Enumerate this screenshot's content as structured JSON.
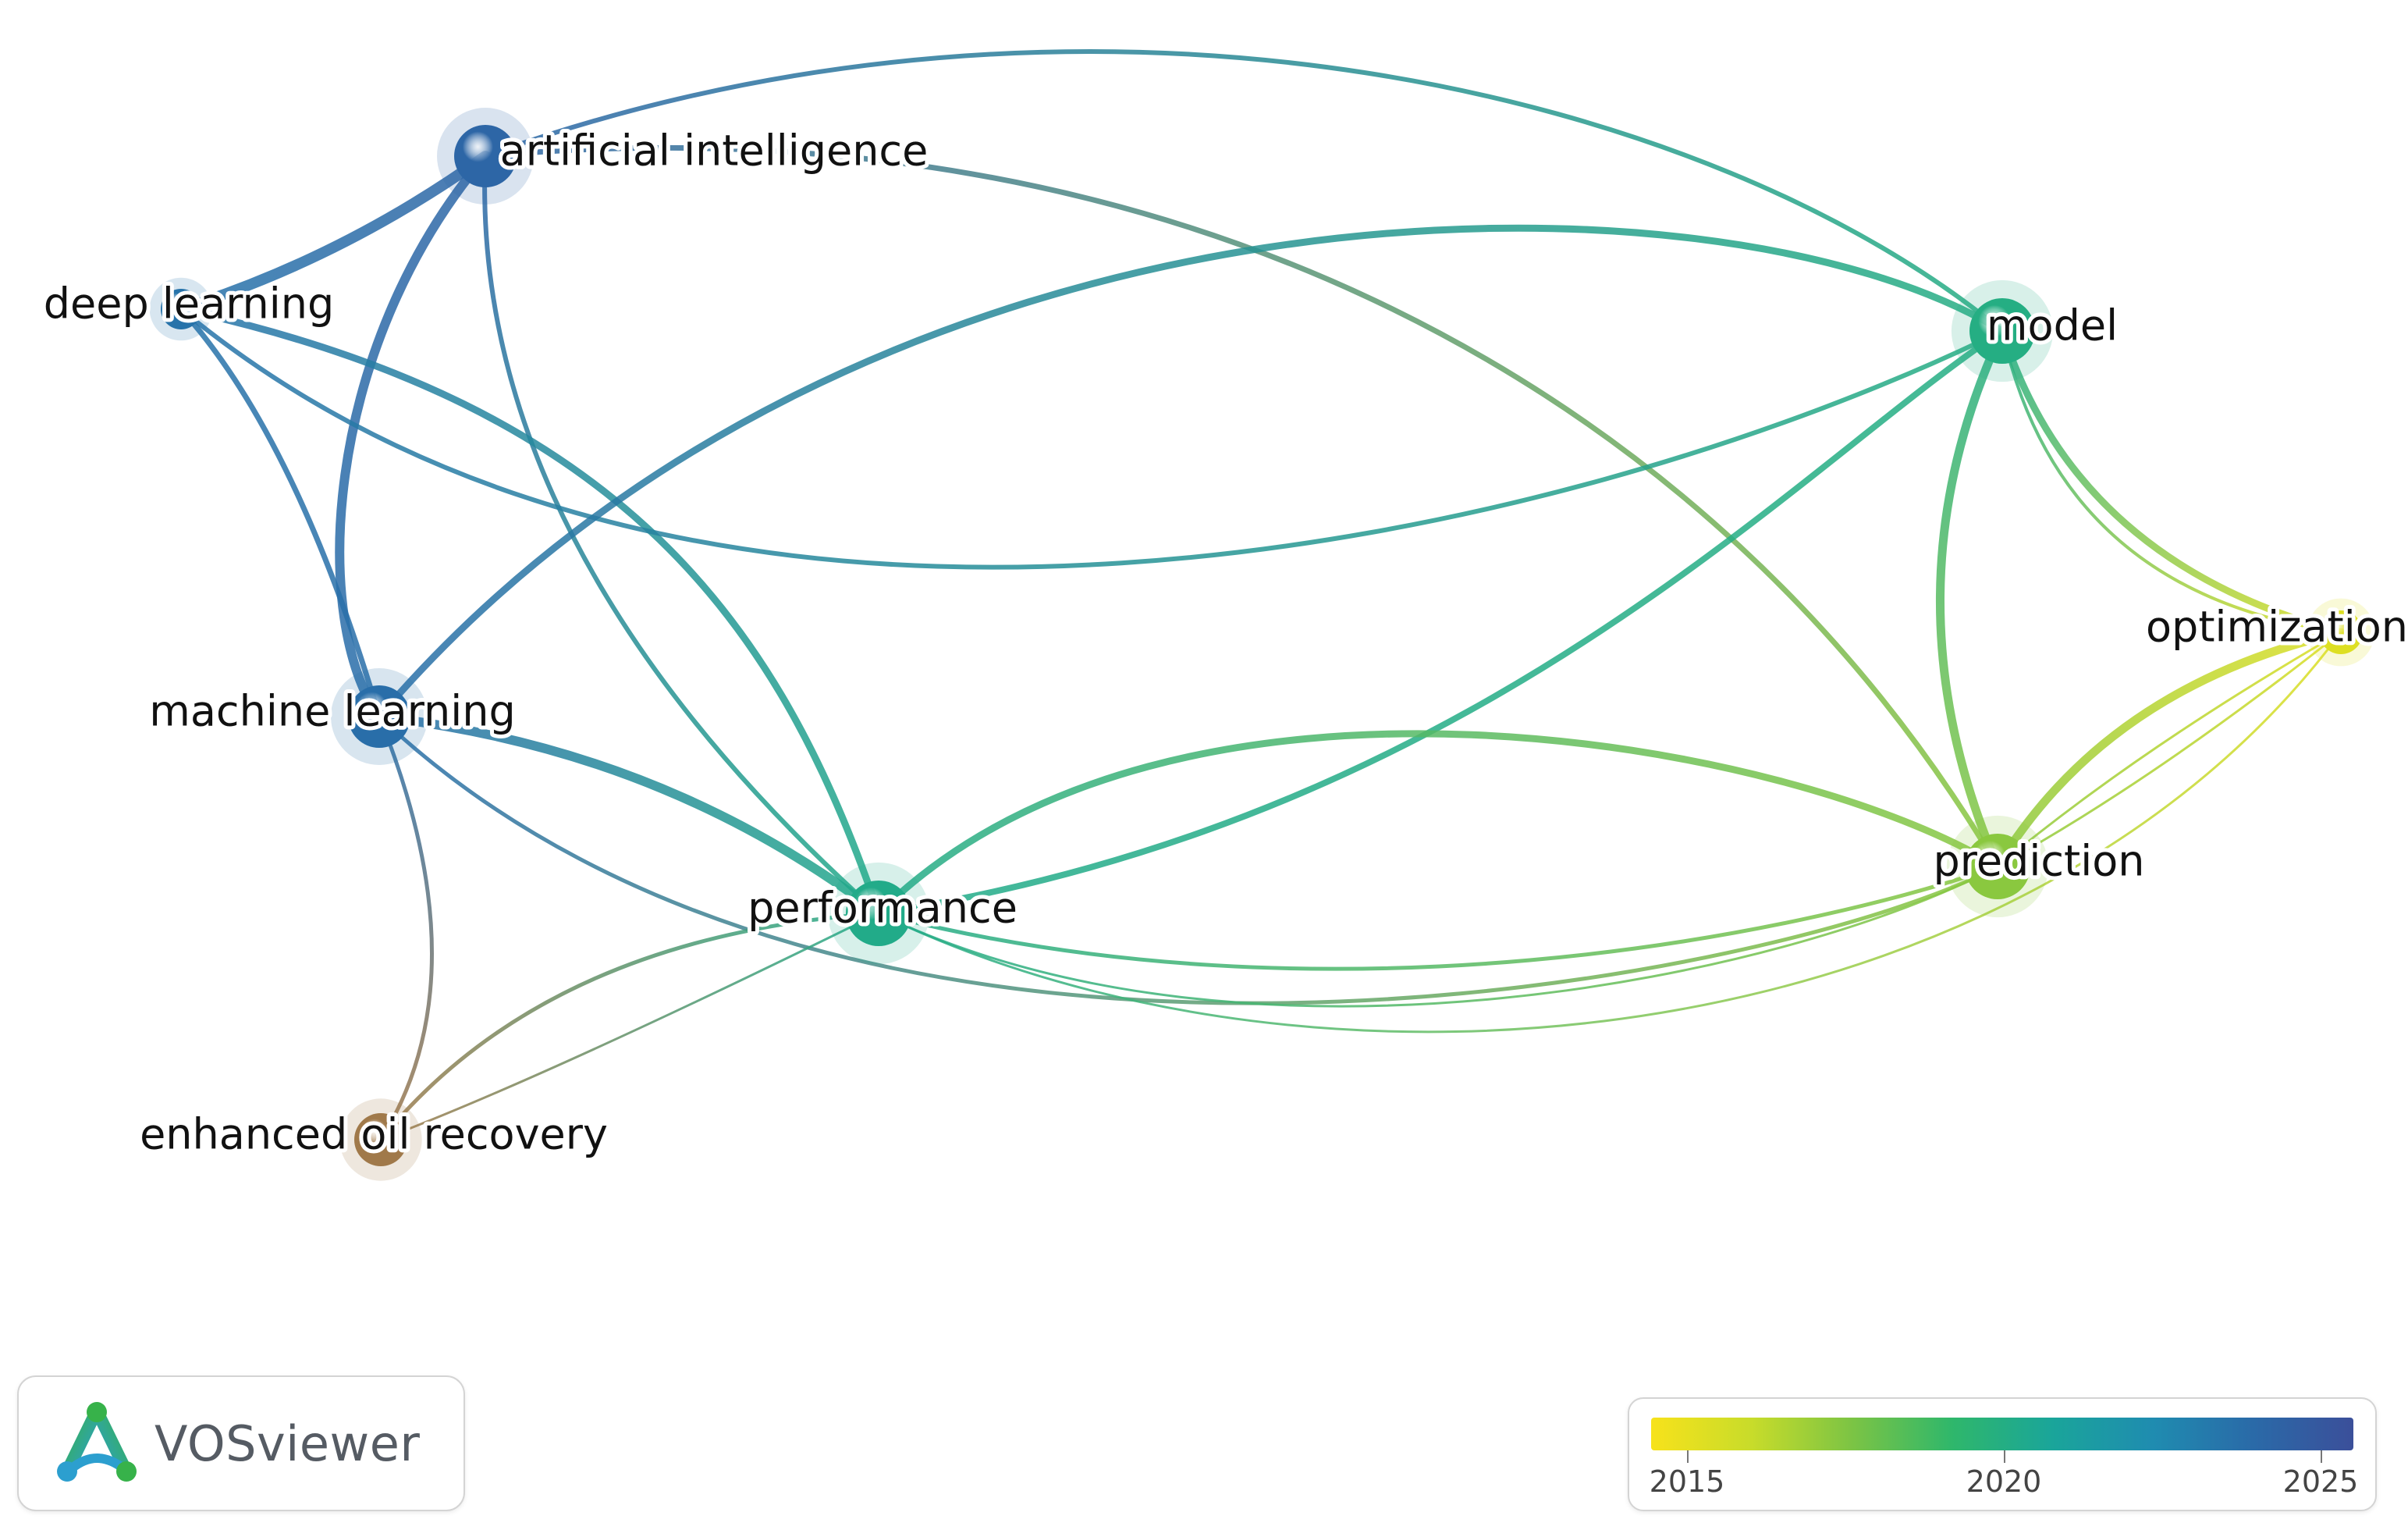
{
  "nodes": [
    {
      "id": "ai",
      "label": "artificial intelligence",
      "year": 2023.8
    },
    {
      "id": "dl",
      "label": "deep learning",
      "year": 2023.2
    },
    {
      "id": "ml",
      "label": "machine learning",
      "year": 2023.4
    },
    {
      "id": "perf",
      "label": "performance",
      "year": 2020.2
    },
    {
      "id": "eor",
      "label": "enhanced oil recovery",
      "year": 2017.0
    },
    {
      "id": "model",
      "label": "model",
      "year": 2020.0
    },
    {
      "id": "pred",
      "label": "prediction",
      "year": 2017.6
    },
    {
      "id": "opt",
      "label": "optimization",
      "year": 2015.8
    }
  ],
  "legend": {
    "tick_labels": [
      "2015",
      "2020",
      "2025"
    ],
    "min_year": 2015,
    "max_year": 2025,
    "colors": [
      "#f7e21b",
      "#c8dc2a",
      "#7cc444",
      "#2fb76b",
      "#1aa59a",
      "#1f8cb0",
      "#2a6aa8",
      "#3b4f9a"
    ]
  },
  "branding": {
    "app_name": "VOSviewer",
    "logo_icon": "vosviewer-logo-icon",
    "logo_colors": [
      "#2c9fcf",
      "#37b24a"
    ]
  }
}
